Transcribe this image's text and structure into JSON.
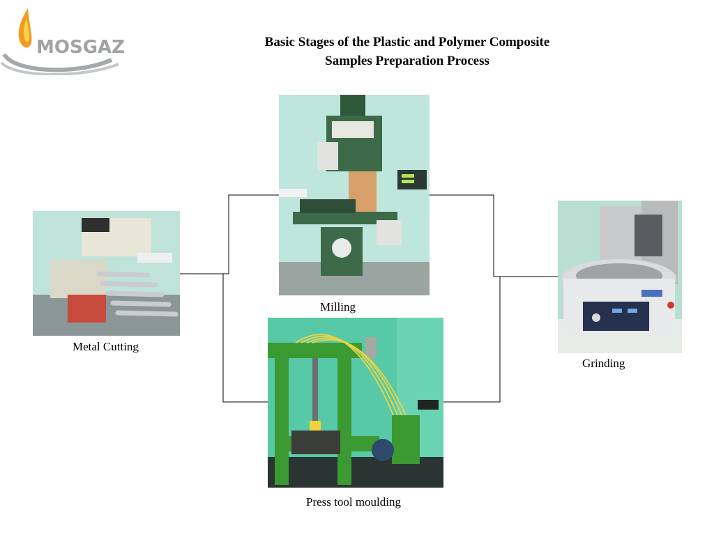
{
  "logo": {
    "text": "MOSGAZ"
  },
  "title": {
    "line1": "Basic Stages of the Plastic and Polymer Composite",
    "line2": "Samples Preparation Process"
  },
  "stages": {
    "metal_cutting": "Metal Cutting",
    "milling": "Milling",
    "press_moulding": "Press tool moulding",
    "grinding": "Grinding"
  }
}
